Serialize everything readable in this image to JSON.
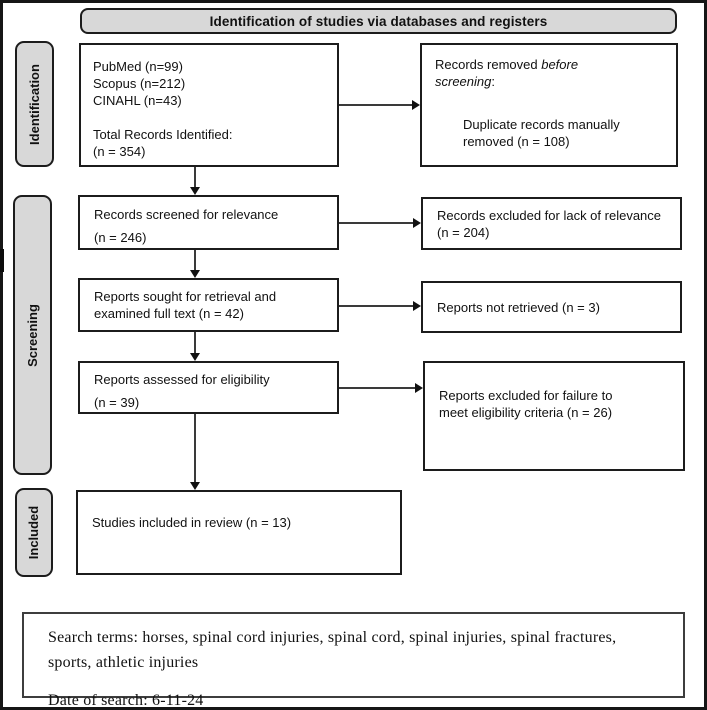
{
  "title": "Identification of studies via databases and registers",
  "stages": {
    "identification": "Identification",
    "screening": "Screening",
    "included": "Included"
  },
  "boxes": {
    "sources": {
      "lines": [
        "PubMed (n=99)",
        "Scopus (n=212)",
        "CINAHL (n=43)"
      ],
      "total_label": "Total Records Identified:",
      "total_value": "(n = 354)"
    },
    "removed_before": {
      "prefix": "Records removed ",
      "italic": "before screening",
      "suffix": ":",
      "detail": "Duplicate records manually removed (n = 108)"
    },
    "screened": {
      "line1": "Records screened for relevance",
      "line2": "(n = 246)"
    },
    "excluded_relevance": "Records excluded for lack of relevance (n = 204)",
    "sought": "Reports sought for retrieval and examined full text (n = 42)",
    "not_retrieved": "Reports not retrieved (n = 3)",
    "assessed": {
      "line1": "Reports assessed for eligibility",
      "line2": "(n = 39)"
    },
    "excluded_eligibility": "Reports excluded for failure to meet eligibility criteria (n = 26)",
    "included_studies": "Studies included in review (n = 13)"
  },
  "footer": {
    "search_terms": "Search terms: horses, spinal cord injuries, spinal cord, spinal injuries, spinal fractures, sports, athletic injuries",
    "date": "Date of search: 6-11-24"
  },
  "colors": {
    "label_background": "#d8d8d8",
    "box_border": "#1c1c1c",
    "arrow": "#3a3a3a",
    "text": "#111111"
  }
}
